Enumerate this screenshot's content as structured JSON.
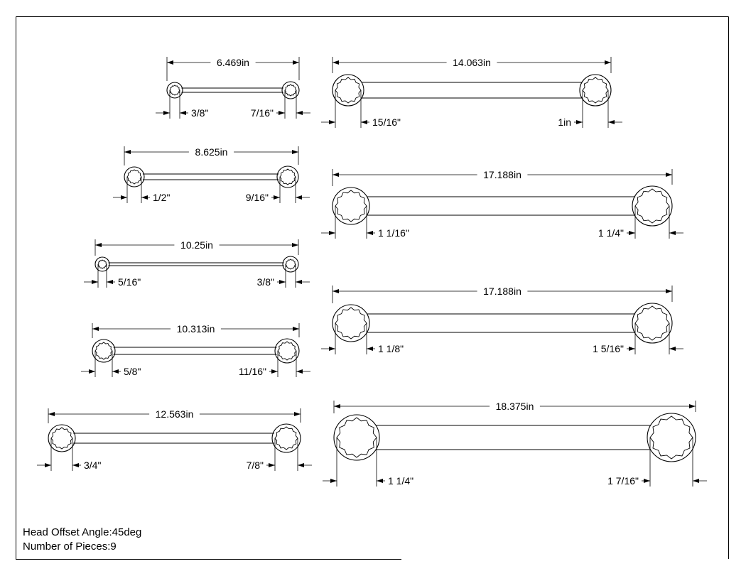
{
  "drawing": {
    "title": "Double box-end wrench set",
    "line_color": "#000000",
    "background": "#ffffff"
  },
  "notes": {
    "head_offset": "Head Offset Angle:45deg",
    "pieces": "Number of Pieces:9"
  },
  "wrenches": [
    {
      "length": "6.469in",
      "left_size": "3/8\"",
      "right_size": "7/16\""
    },
    {
      "length": "8.625in",
      "left_size": "1/2\"",
      "right_size": "9/16\""
    },
    {
      "length": "10.25in",
      "left_size": "5/16\"",
      "right_size": "3/8\""
    },
    {
      "length": "10.313in",
      "left_size": "5/8\"",
      "right_size": "11/16\""
    },
    {
      "length": "12.563in",
      "left_size": "3/4\"",
      "right_size": "7/8\""
    },
    {
      "length": "14.063in",
      "left_size": "15/16\"",
      "right_size": "1in"
    },
    {
      "length": "17.188in",
      "left_size": "1 1/16\"",
      "right_size": "1 1/4\""
    },
    {
      "length": "17.188in",
      "left_size": "1 1/8\"",
      "right_size": "1 5/16\""
    },
    {
      "length": "18.375in",
      "left_size": "1 1/4\"",
      "right_size": "1 7/16\""
    }
  ]
}
